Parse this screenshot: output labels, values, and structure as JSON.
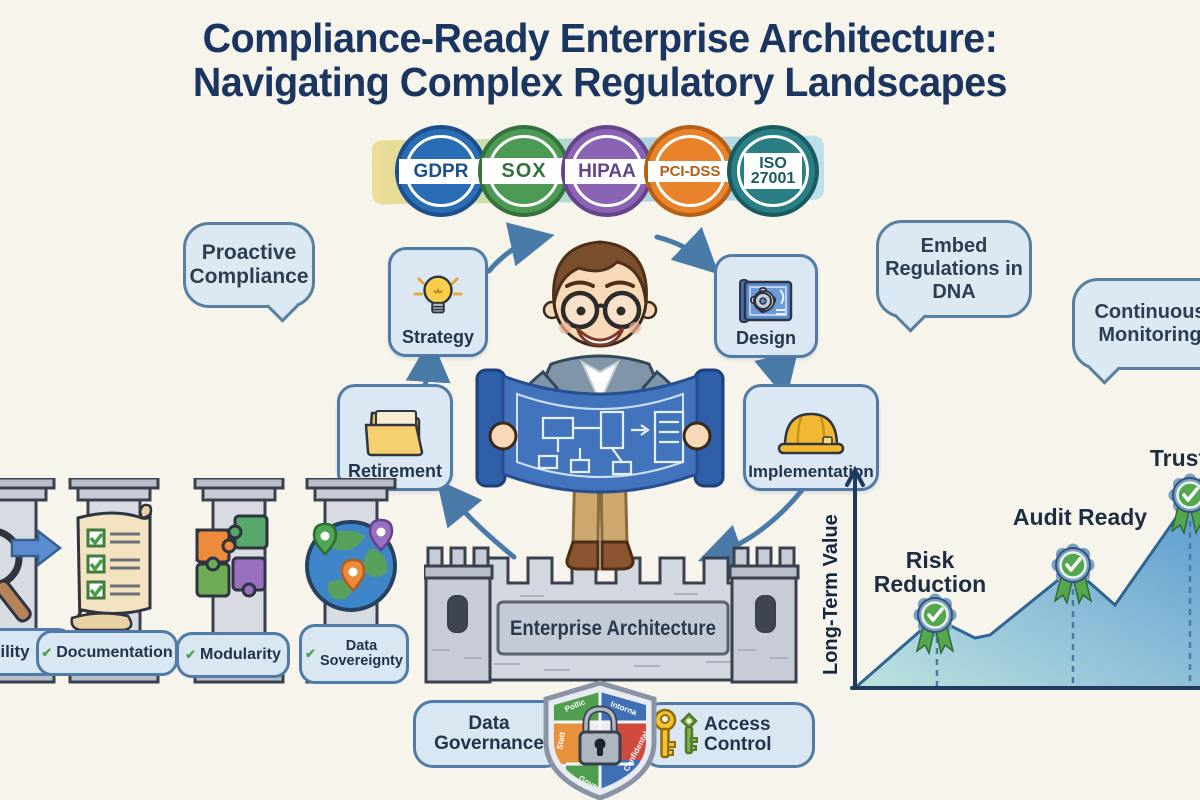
{
  "title": {
    "line1": "Compliance-Ready Enterprise Architecture:",
    "line2": "Navigating Complex Regulatory Landscapes"
  },
  "compliance_badges": [
    {
      "label": "GDPR",
      "color": "#2a6db5"
    },
    {
      "label": "SOX",
      "color": "#4d9a55"
    },
    {
      "label": "HIPAA",
      "color": "#8a63b5"
    },
    {
      "label": "PCI-DSS",
      "color": "#e8832c"
    },
    {
      "label": "ISO 27001",
      "color": "#2a7f85"
    }
  ],
  "speech_bubbles": {
    "proactive": "Proactive Compliance",
    "embed": "Embed Regulations in DNA",
    "monitoring": "Continuous Monitoring"
  },
  "lifecycle": {
    "strategy": {
      "label": "Strategy",
      "icon": "lightbulb-icon"
    },
    "design": {
      "label": "Design",
      "icon": "blueprint-gear-icon"
    },
    "implementation": {
      "label": "Implementation",
      "icon": "hard-hat-icon"
    },
    "retirement": {
      "label": "Retirement",
      "icon": "folder-icon"
    }
  },
  "castle": {
    "label": "Enterprise Architecture"
  },
  "pillars": [
    {
      "label": "ility",
      "icon": "magnifier-arrow-icon"
    },
    {
      "label": "Documentation",
      "icon": "scroll-checklist-icon"
    },
    {
      "label": "Modularity",
      "icon": "puzzle-icon"
    },
    {
      "label": "Data Sovereignty",
      "icon": "globe-pins-icon"
    }
  ],
  "foundation": {
    "data_governance": "Data Governance",
    "access_control": "Access Control",
    "shield_segments": [
      "Pollic",
      "Intorna",
      "Statt",
      "Confidental",
      "Gover"
    ]
  },
  "chart_data": {
    "type": "area",
    "title": "",
    "xlabel": "",
    "ylabel": "Long-Term Value",
    "grid": false,
    "legend": false,
    "milestones": [
      {
        "label": "Risk Reduction",
        "x": 0.3,
        "y": 0.38
      },
      {
        "label": "Audit Ready",
        "x": 0.63,
        "y": 0.62
      },
      {
        "label": "Trust",
        "x": 0.97,
        "y": 0.97
      }
    ],
    "curve_points_norm": [
      [
        0.0,
        0.0
      ],
      [
        0.23,
        0.34
      ],
      [
        0.35,
        0.25
      ],
      [
        0.63,
        0.6
      ],
      [
        0.75,
        0.42
      ],
      [
        0.97,
        0.95
      ],
      [
        1.0,
        0.91
      ]
    ]
  },
  "palette": {
    "background": "#f7f4ec",
    "title_text": "#1a3560",
    "bubble_fill": "#dce9f2",
    "bubble_border": "#57809f",
    "arrow": "#4a7aa8",
    "castle_gray": "#d2d7e0",
    "chart_fill_low": "#bfe3df",
    "chart_fill_high": "#5b9bd0",
    "rosette_green": "#55a74f"
  }
}
